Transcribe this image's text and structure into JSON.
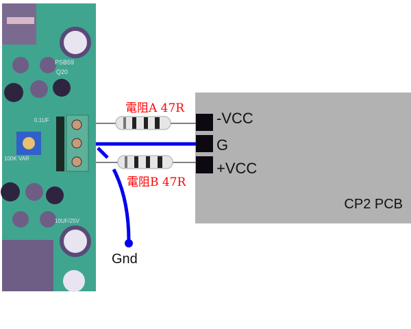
{
  "resistor_a": {
    "label": "電阻A 47R"
  },
  "resistor_b": {
    "label": "電阻B 47R"
  },
  "board": {
    "name": "CP2 PCB",
    "pins": [
      {
        "label": "-VCC"
      },
      {
        "label": "G"
      },
      {
        "label": "+VCC"
      }
    ]
  },
  "ground": {
    "label": "Gnd"
  },
  "pcb_silkscreen": [
    "PSB59",
    "Q20",
    "0.1UF",
    "100K VAR",
    "10UF/25V"
  ],
  "colors": {
    "wire": "#0000ee",
    "label_red": "#ff0000",
    "board_gray": "#b2b2b2",
    "pin": "#0c0a10",
    "pcb_green": "#3fa58f"
  }
}
